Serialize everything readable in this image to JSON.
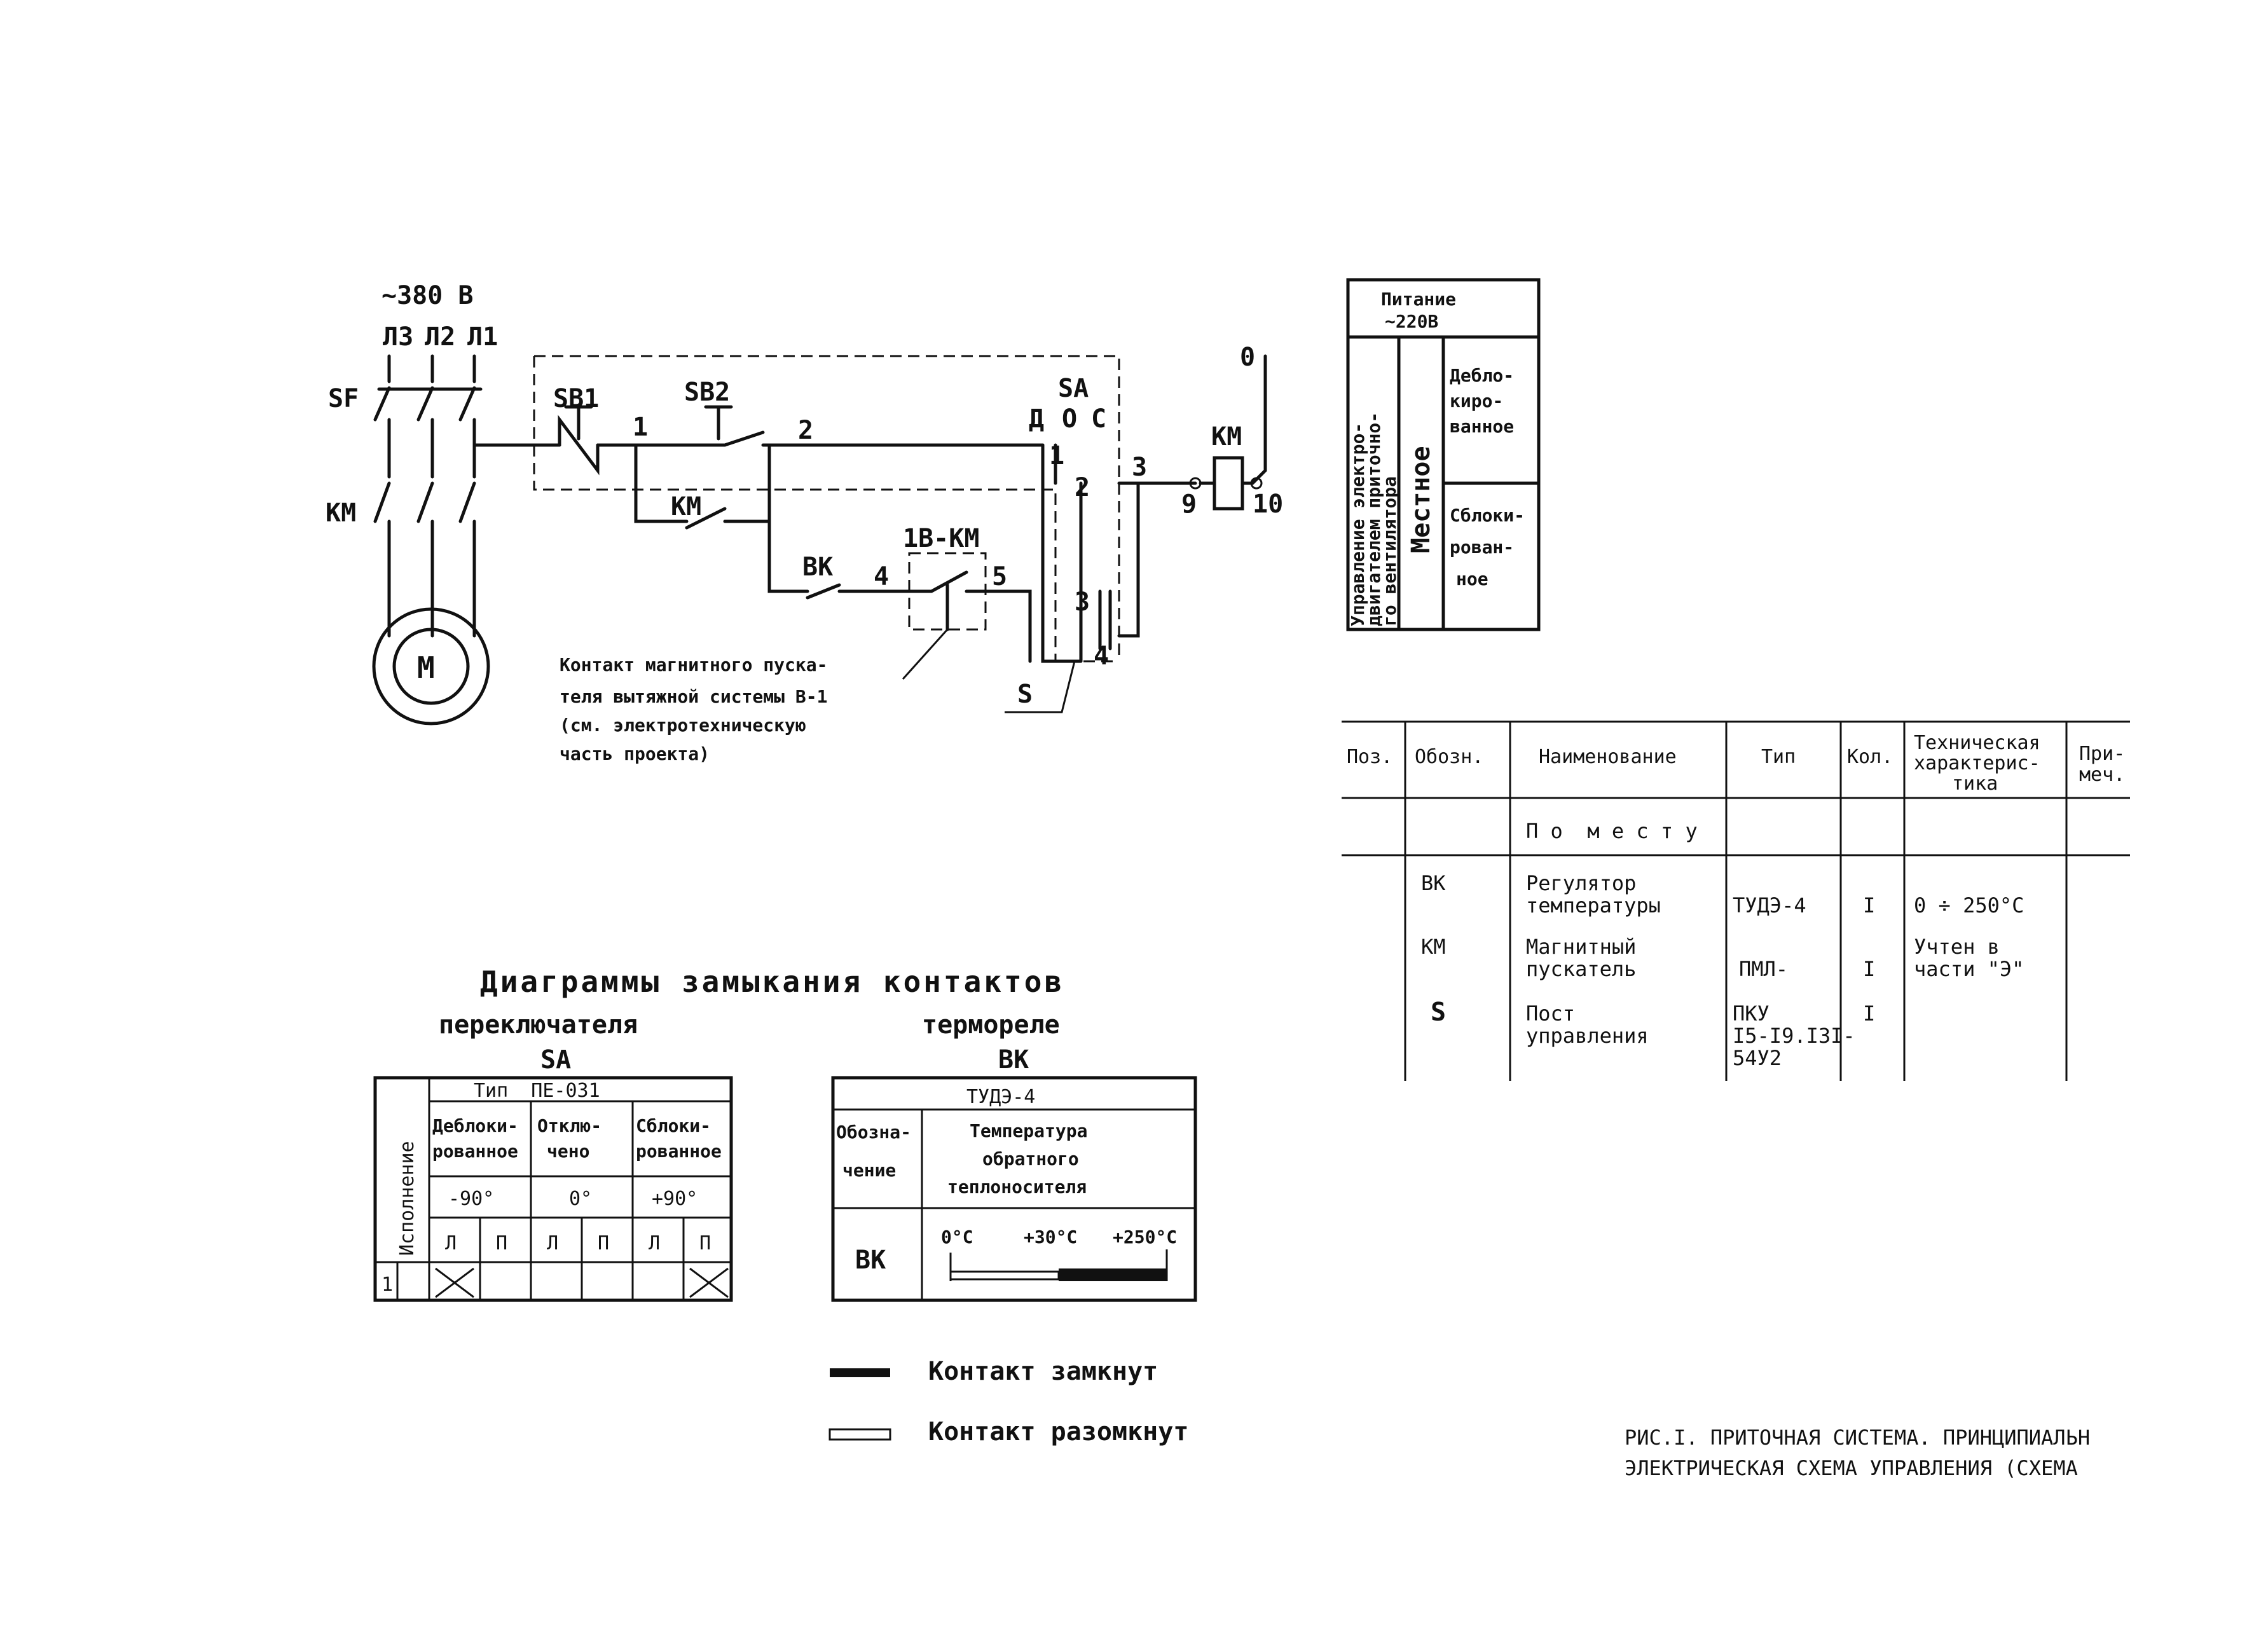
{
  "schematic": {
    "supply_voltage": "~380 В",
    "phase_l3": "Л3",
    "phase_l2": "Л2",
    "phase_l1": "Л1",
    "breaker": "SF",
    "contactor": "КМ",
    "motor": "М",
    "stop_button": "SB1",
    "start_button": "SB2",
    "hold_contact": "КМ",
    "thermo_relay": "ВК",
    "ext_contact": "1В-КМ",
    "switch": "SA",
    "switch_positions": [
      "Д",
      "О",
      "С"
    ],
    "coil": "КМ",
    "neutral": "0",
    "node_1": "1",
    "node_2": "2",
    "node_3": "3",
    "node_4": "4",
    "node_5": "5",
    "node_9": "9",
    "node_10": "10",
    "sa_terminal_1": "1",
    "sa_terminal_2": "2",
    "sa_terminal_3": "3",
    "sa_terminal_4": "4",
    "post": "S",
    "note_lines": [
      "Контакт магнитного пуска-",
      "теля вытяжной системы В-1",
      "(см. электротехническую",
      "часть проекта)"
    ]
  },
  "control_table": {
    "power_line1": "Питание",
    "power_line2": "~220В",
    "vertical_line1": "Управление электро-",
    "vertical_line2": "двигателем приточно-",
    "vertical_line3": "го вентилятора",
    "local": "Местное",
    "unlocked": [
      "Дебло-",
      "киро-",
      "ванное"
    ],
    "locked": [
      "Сблоки-",
      "рован-",
      "ное"
    ]
  },
  "spec_table": {
    "headers": [
      "Поз.",
      "Обозн.",
      "Наименование",
      "Тип",
      "Кол.",
      "Техническая характеристика",
      "Приме-чание"
    ],
    "header_tech_lines": [
      "Техническая",
      "характерис-",
      "тика"
    ],
    "header_note_lines": [
      "При-",
      "меч."
    ],
    "section": "П о  м е с т у",
    "rows": [
      {
        "pos": "",
        "code": "ВК",
        "name": [
          "Регулятор",
          "температуры"
        ],
        "type": [
          "ТУДЭ-4"
        ],
        "qty": "I",
        "tech": [
          "0 ÷ 250°С"
        ],
        "note": ""
      },
      {
        "pos": "",
        "code": "КМ",
        "name": [
          "Магнитный",
          "пускатель"
        ],
        "type": [
          "ПМЛ-"
        ],
        "qty": "I",
        "tech": [
          "Учтен в",
          "части \"Э\""
        ],
        "note": ""
      },
      {
        "pos": "",
        "code": "S",
        "name": [
          "Пост",
          "управления"
        ],
        "type": [
          "ПКУ",
          "I5-I9.I3I-",
          "54У2"
        ],
        "qty": "I",
        "tech": [],
        "note": ""
      }
    ]
  },
  "diagrams": {
    "title": "Диаграммы замыкания контактов",
    "sa_line1": "переключателя",
    "sa_line2": "SA",
    "bk_line1": "термореле",
    "bk_line2": "ВК",
    "sa_table": {
      "type_header": "Тип  ПЕ-031",
      "exec_header": "Исполнение",
      "positions": [
        [
          "Деблоки-",
          "рованное"
        ],
        [
          "Отклю-",
          "чено"
        ],
        [
          "Сблоки-",
          "рованное"
        ]
      ],
      "angles": [
        "-90°",
        "0°",
        "+90°"
      ],
      "contacts": [
        "Л",
        "П",
        "Л",
        "П",
        "Л",
        "П"
      ],
      "exec_value": "1"
    },
    "bk_table": {
      "type_header": "ТУДЭ-4",
      "code_header": [
        "Обозна-",
        "чение"
      ],
      "temp_header": [
        "Температура",
        "обратного",
        "теплоносителя"
      ],
      "code_value": "ВК",
      "temps": [
        "0°С",
        "+30°С",
        "+250°С"
      ]
    }
  },
  "legend": {
    "closed": "Контакт замкнут",
    "open": "Контакт разомкнут"
  },
  "caption": {
    "line1": "РИС.I. ПРИТОЧНАЯ СИСТЕМА. ПРИНЦИПИАЛЬН",
    "line2": "ЭЛЕКТРИЧЕСКАЯ СХЕМА УПРАВЛЕНИЯ (СХЕМА"
  }
}
